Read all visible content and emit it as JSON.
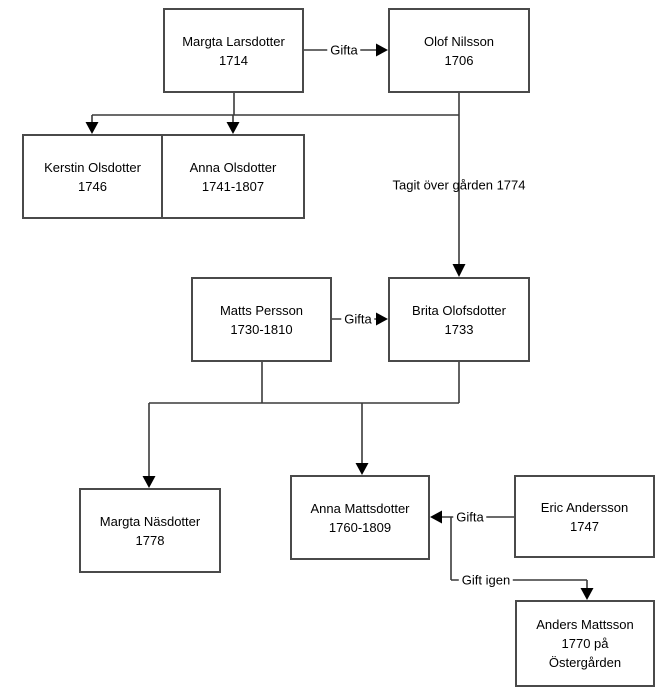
{
  "diagram": {
    "type": "family-tree",
    "nodes": [
      {
        "name": "Margta Larsdotter",
        "detail": "1714"
      },
      {
        "name": "Olof Nilsson",
        "detail": "1706"
      },
      {
        "name": "Kerstin Olsdotter",
        "detail": "1746"
      },
      {
        "name": "Anna Olsdotter",
        "detail": "1741-1807"
      },
      {
        "name": "Matts Persson",
        "detail": "1730-1810"
      },
      {
        "name": "Brita Olofsdotter",
        "detail": "1733"
      },
      {
        "name": "Margta Näsdotter",
        "detail": "1778"
      },
      {
        "name": "Anna Mattsdotter",
        "detail": "1760-1809"
      },
      {
        "name": "Eric Andersson",
        "detail": "1747"
      },
      {
        "name": "Anders Mattsson",
        "detail": "1770 på",
        "detail2": "Östergården"
      }
    ],
    "edge_labels": {
      "married_top": "Gifta",
      "married_middle": "Gifta",
      "married_bottom": "Gifta",
      "married_again": "Gift igen",
      "took_over_farm": "Tagit över gården 1774"
    },
    "colors": {
      "box_border": "#4a4a4a",
      "box_fill": "#ffffff",
      "connector_line": "#3a3a3a",
      "arrowhead": "#000000",
      "text": "#000000",
      "background": "#ffffff"
    }
  }
}
